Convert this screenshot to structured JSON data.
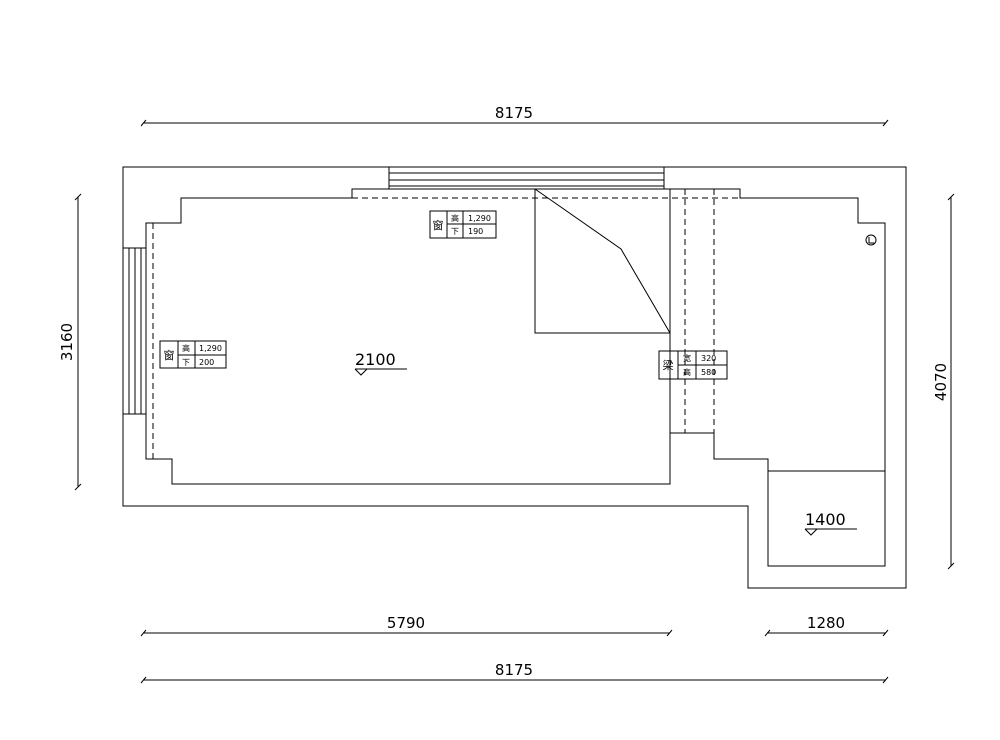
{
  "dimensions": {
    "top_total": "8175",
    "bottom_total": "8175",
    "bottom_left": "5790",
    "bottom_right": "1280",
    "left_height": "3160",
    "right_height": "4070"
  },
  "rooms": {
    "main_level": "2100",
    "small_level": "1400"
  },
  "tags": {
    "window_top": {
      "name": "窗",
      "r1_label": "高",
      "r1_value": "1,290",
      "r2_label": "下",
      "r2_value": "190"
    },
    "window_left": {
      "name": "窗",
      "r1_label": "高",
      "r1_value": "1,290",
      "r2_label": "下",
      "r2_value": "200"
    },
    "beam": {
      "name": "梁",
      "r1_label": "宽",
      "r1_value": "320",
      "r2_label": "高",
      "r2_value": "580"
    }
  }
}
